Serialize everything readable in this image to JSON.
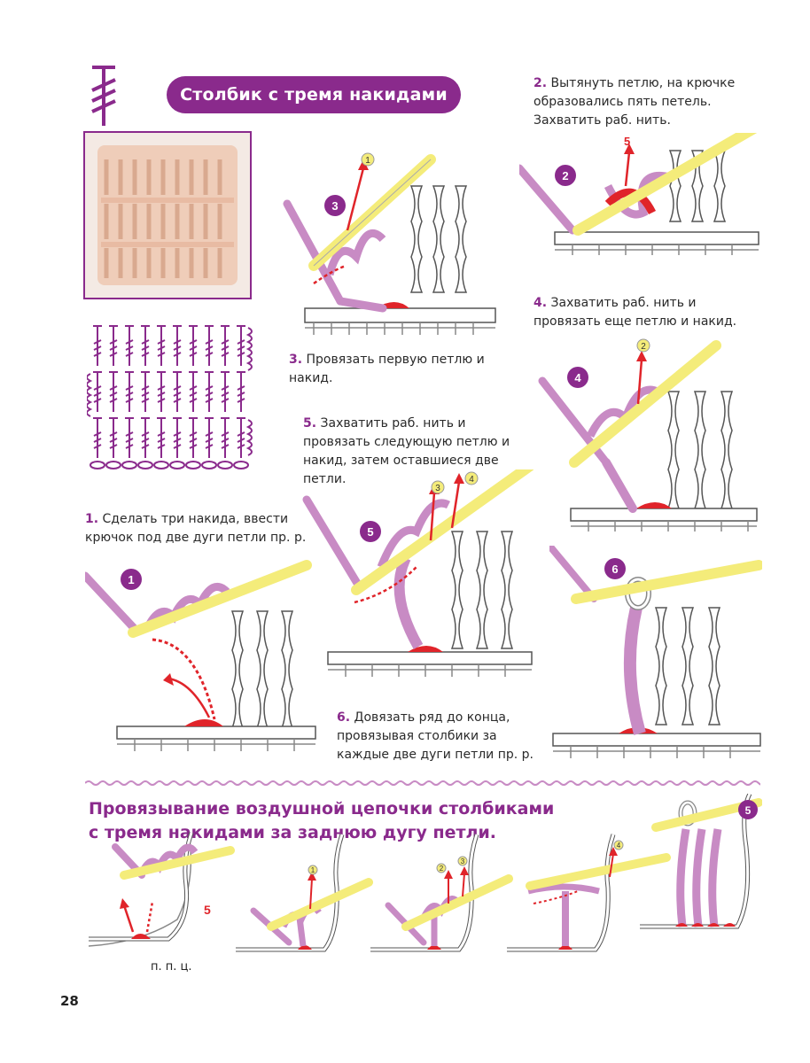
{
  "header": {
    "title": "Столбик с тремя накидами"
  },
  "captions": {
    "step1": {
      "num": "1.",
      "text": "Сделать три накида, ввести крючок под две дуги петли пр. р."
    },
    "step2": {
      "num": "2.",
      "text": "Вытянуть петлю, на крючке образовались пять петель. Захватить раб. нить."
    },
    "step3": {
      "num": "3.",
      "text": "Провязать первую петлю и накид."
    },
    "step4": {
      "num": "4.",
      "text": "Захватить раб. нить и провязать еще петлю и накид."
    },
    "step5": {
      "num": "5.",
      "text": "Захватить раб. нить и провязать следующую петлю и накид, затем оставшиеся две петли."
    },
    "step6": {
      "num": "6.",
      "text": "Довязать ряд до конца, провязывая столбики за каждые две дуги петли пр. р."
    }
  },
  "badges": [
    "1",
    "2",
    "3",
    "4",
    "5",
    "6"
  ],
  "markers": {
    "m1": "1",
    "m2": "2",
    "m3": "3",
    "m4": "4",
    "count5": "5"
  },
  "section": {
    "title": "Провязывание воздушной цепочки столбиками с тремя накидами за заднюю дугу петли.",
    "label_pnc": "п. п. ц.",
    "count": "5",
    "badge": "5"
  },
  "page_number": "28",
  "colors": {
    "accent": "#8a2a8c",
    "yarn": "#c88bc4",
    "hook": "#f4ec7a",
    "red": "#e0242a"
  }
}
